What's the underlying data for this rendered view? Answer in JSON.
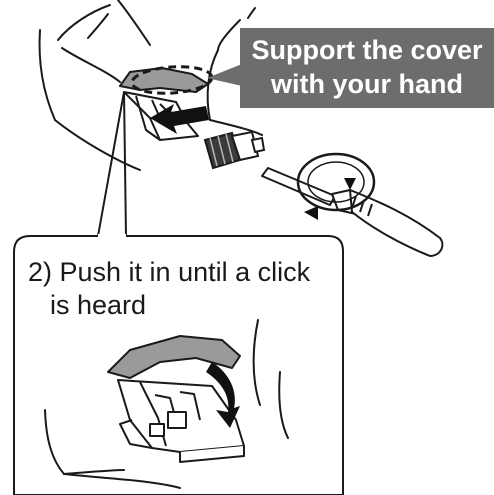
{
  "callout": {
    "line1": "Support the cover",
    "line2": "with your hand",
    "background": "#6d6d6d"
  },
  "step": {
    "line1": "2) Push it in until a click",
    "line2": "is heard"
  }
}
